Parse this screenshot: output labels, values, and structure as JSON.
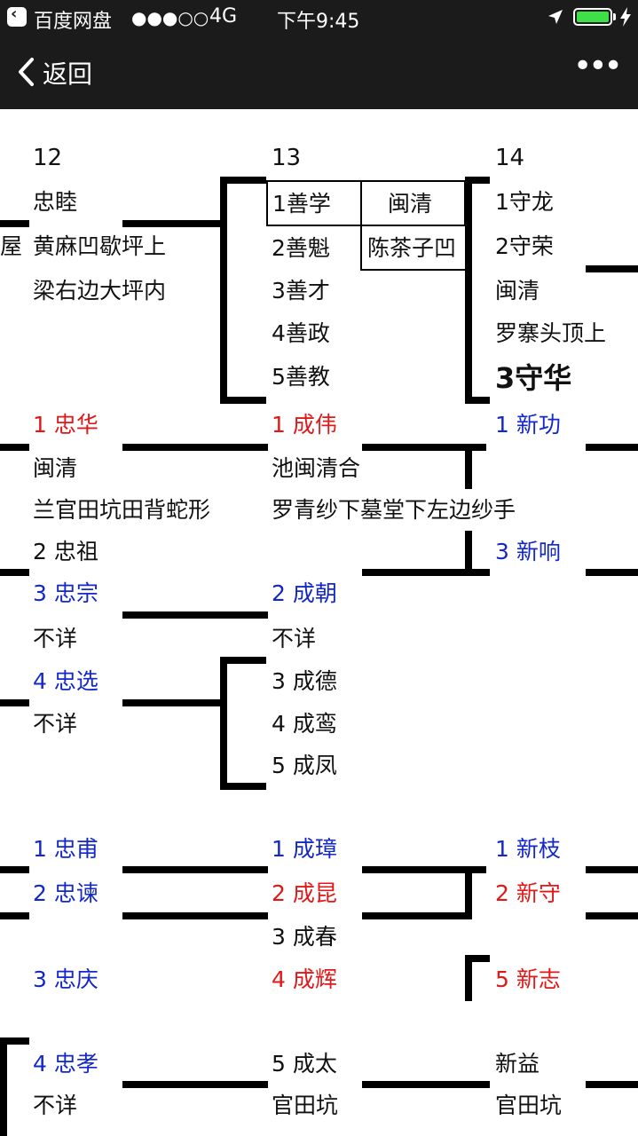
{
  "status_bar": {
    "back_app": "百度网盘",
    "signal": "●●●○○",
    "network": "4G",
    "time": "下午9:45"
  },
  "nav": {
    "back_label": "返回",
    "more_label": "•••"
  },
  "colors": {
    "red": "#e01818",
    "blue": "#1428c8",
    "black": "#111111"
  },
  "chart": {
    "col_numbers": [
      "12",
      "13",
      "14"
    ],
    "g12": {
      "name": "忠睦",
      "left_cut": "屋",
      "place1": "黄麻凹歇坪上",
      "place2": "梁右边大坪内",
      "zhonghua": "1 忠华",
      "zhonghua_p1": "闽清",
      "zhonghua_p2": "兰官田坑田背蛇形",
      "zhongzu": "2 忠祖",
      "zhongzong": "3 忠宗",
      "zhongzong_p": "不详",
      "zhongxuan": "4 忠选",
      "zhongxuan_p": "不详",
      "zhongfu": "1 忠甫",
      "zhongjian": "2 忠谏",
      "zhongqing": "3 忠庆",
      "zhongxiao": "4 忠孝",
      "zhongxiao_p": "不详"
    },
    "g13": {
      "shanxue": "1善学",
      "shanxue_place": "闽清",
      "shankui": "2善魁",
      "shankui_place": "陈茶子凹",
      "shancai": "3善才",
      "shanzheng": "4善政",
      "shanjiao": "5善教",
      "chengwei": "1 成伟",
      "chengwei_p1": "池闽清合",
      "chengwei_p2": "罗青纱下墓堂下左边纱手",
      "chengchao": "2 成朝",
      "chengchao_p": "不详",
      "chengde": "3 成德",
      "chengluan": "4 成鸾",
      "chengfeng": "5 成凤",
      "chengzhang": "1 成璋",
      "chengkun": "2 成昆",
      "chengchun": "3 成春",
      "chenghui": "4 成辉",
      "chengtai": "5 成太",
      "chengtai_p": "官田坑"
    },
    "g14": {
      "shoulong": "1守龙",
      "shourong": "2守荣",
      "place1": "闽清",
      "place2": "罗寨头顶上",
      "shouhua": "3守华",
      "xingong": "1 新功",
      "xinxiang": "3 新响",
      "xinzhi_branch": "1 新枝",
      "xinshou": "2 新守",
      "xinzhi": "5 新志",
      "xinyi": "新益",
      "xinyi_p": "官田坑"
    }
  }
}
